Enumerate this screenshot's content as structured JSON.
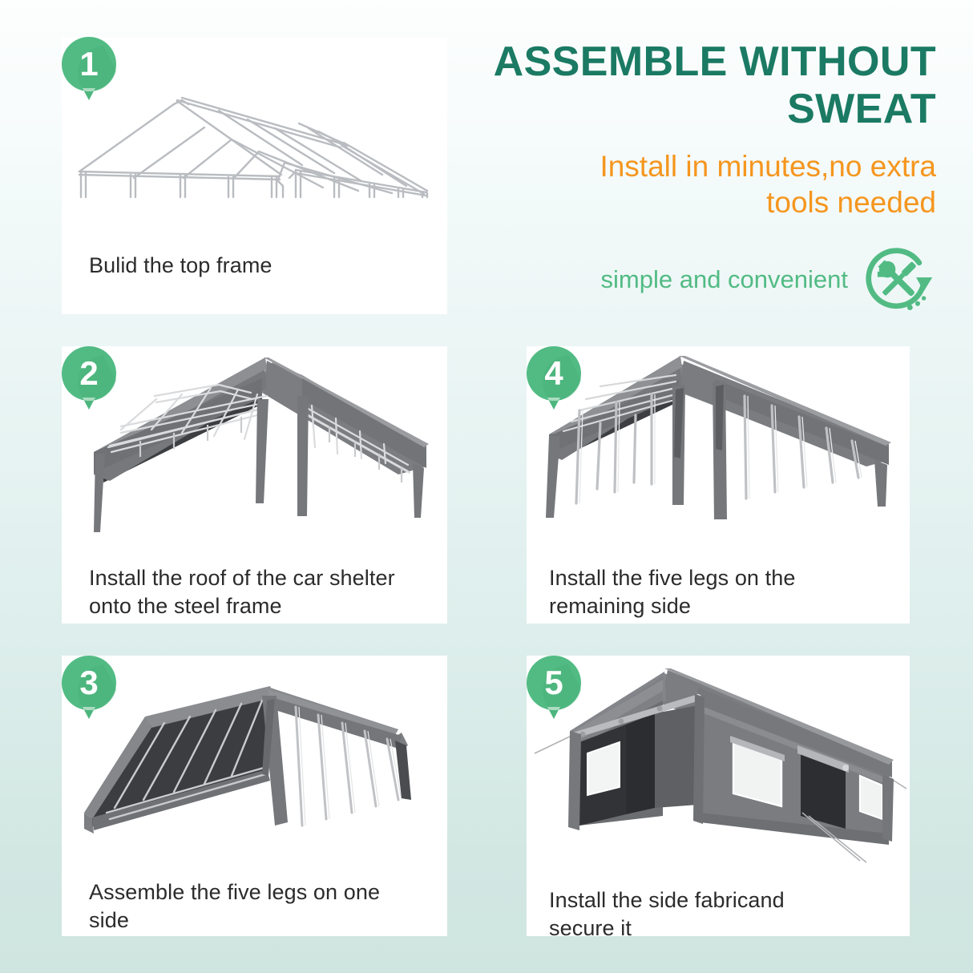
{
  "header": {
    "title_line1": "ASSEMBLE WITHOUT",
    "title_line2": "SWEAT",
    "subtitle_line1": "Install in minutes,no extra",
    "subtitle_line2": "tools needed",
    "tagline": "simple and convenient",
    "tool_icon_name": "tools-refresh-icon"
  },
  "colors": {
    "title": "#1b7a63",
    "subtitle": "#f5961e",
    "tagline": "#52bb84",
    "badge": "#52bb84",
    "badge_shadow": "#3da96f",
    "card": "#ffffff",
    "bg_top": "#fdfefe",
    "bg_bottom": "#cfe5e0",
    "caption": "#2b2b2b",
    "canopy": "#7d7f82",
    "canopy_dark": "#3a3c3f"
  },
  "steps": [
    {
      "number": "1",
      "caption": "Bulid the top frame",
      "illustration": "steel-frame-wireframe"
    },
    {
      "number": "2",
      "caption_line1": "Install the roof of the car shelter",
      "caption_line2": "onto the steel frame",
      "illustration": "canopy-roof-on-frame"
    },
    {
      "number": "3",
      "caption_line1": "Assemble the five legs on one",
      "caption_line2": "side",
      "illustration": "roof-with-one-side-legs"
    },
    {
      "number": "4",
      "caption_line1": "Install the five legs on the",
      "caption_line2": "remaining side",
      "illustration": "canopy-all-legs"
    },
    {
      "number": "5",
      "caption_line1": "Install the side fabricand",
      "caption_line2": "secure it",
      "illustration": "finished-enclosed-carport"
    }
  ]
}
